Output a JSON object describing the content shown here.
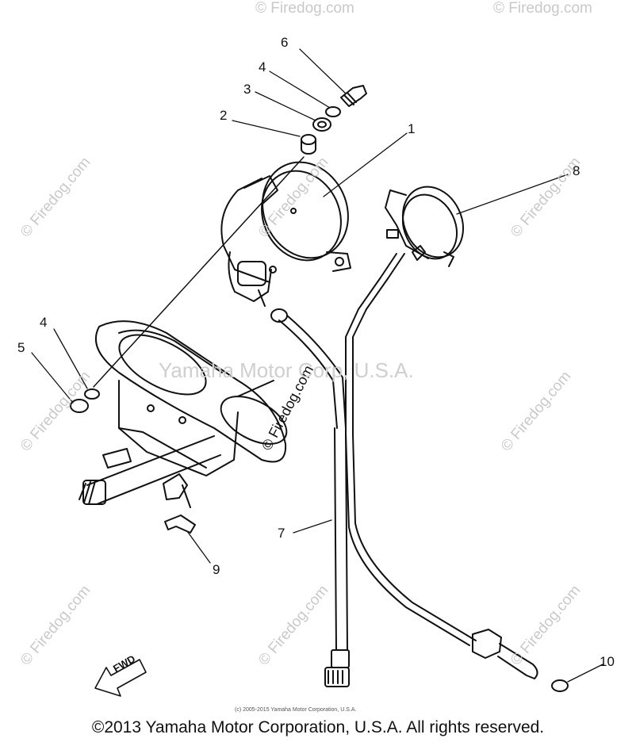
{
  "callouts": [
    "1",
    "2",
    "3",
    "4",
    "4",
    "5",
    "6",
    "7",
    "8",
    "9",
    "10"
  ],
  "watermarks": {
    "site": "© Firedog.com",
    "company": "Yamaha Motor Corp, U.S.A."
  },
  "direction_label": "FWD",
  "small_copyright": "(c) 2005-2015 Yamaha Motor Corporation, U.S.A.",
  "footer_copyright": "©2013 Yamaha Motor Corporation, U.S.A. All rights reserved.",
  "colors": {
    "line": "#111111",
    "watermark": "#c9c9c9",
    "background": "#ffffff"
  }
}
